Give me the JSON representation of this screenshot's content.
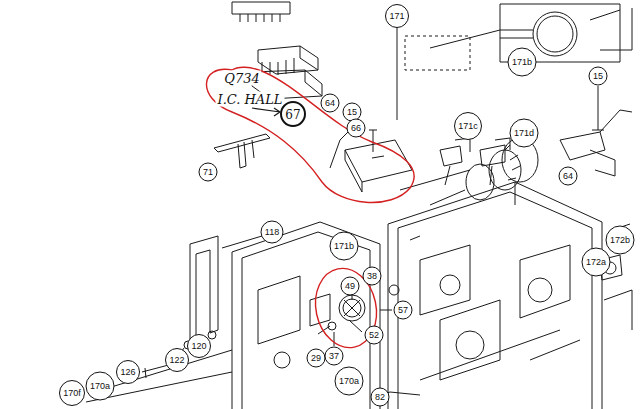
{
  "diagram": {
    "labels": [
      "171",
      "171b",
      "171c",
      "171d",
      "Q734",
      "I.C. HALL",
      "67",
      "64",
      "15",
      "66",
      "15",
      "64",
      "71",
      "171b",
      "118",
      "172b",
      "172a",
      "49",
      "38",
      "52",
      "57",
      "29",
      "37",
      "120",
      "122",
      "126",
      "170a",
      "82",
      "170a",
      "170f"
    ]
  }
}
